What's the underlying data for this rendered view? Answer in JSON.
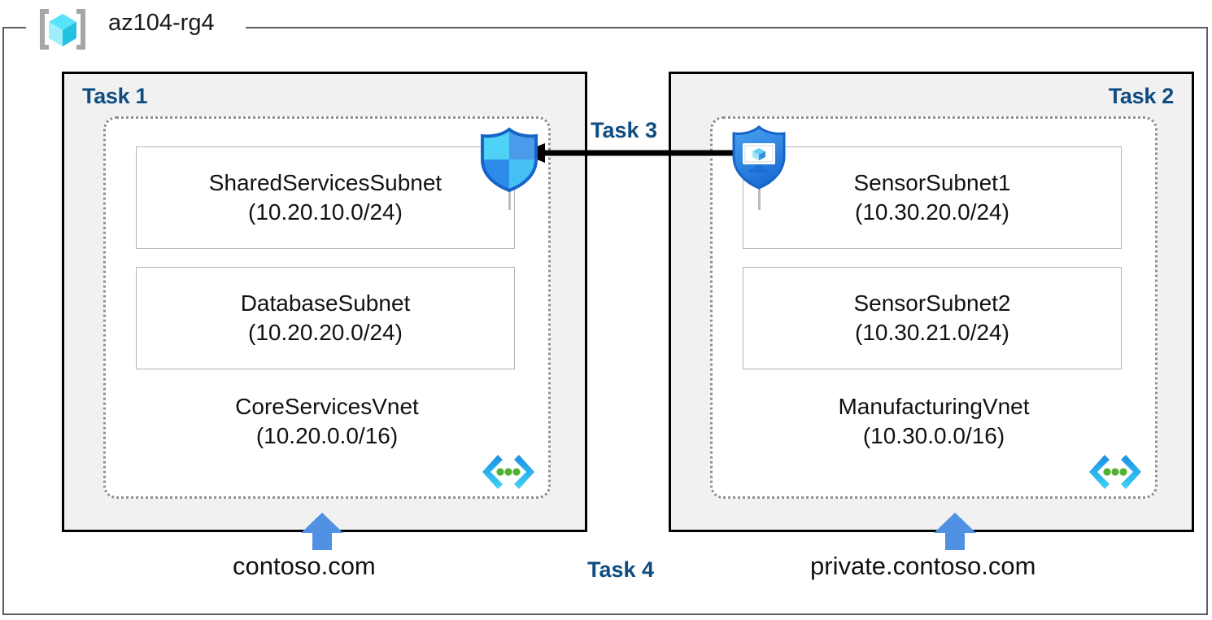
{
  "resource_group": {
    "name": "az104-rg4",
    "icon": "resource-group-cube-icon"
  },
  "colors": {
    "task_label": "#0f4c81",
    "panel_fill": "#f1f1f1",
    "panel_border": "#000000",
    "vnet_dashed_border": "#8f8f8f",
    "subnet_border": "#b5b5b5",
    "arrow_blue": "#5191e3",
    "shield_blue": "#2b8cea",
    "shield_cyan": "#50d9f5",
    "vnet_bracket_blue": "#1a8fe3",
    "vnet_bracket_cyan": "#3fd3f5",
    "vnet_dot_green": "#4fb233",
    "frame_gray": "#5a5e63",
    "text": "#121212"
  },
  "panels": [
    {
      "task_label": "Task 1",
      "task_label_align": "left",
      "vnet": {
        "name": "CoreServicesVnet",
        "cidr": "(10.20.0.0/16)",
        "icon": "virtual-network-icon"
      },
      "subnets": [
        {
          "name": "SharedServicesSubnet",
          "cidr": "(10.20.10.0/24)"
        },
        {
          "name": "DatabaseSubnet",
          "cidr": "(10.20.20.0/24)"
        }
      ],
      "domain": "contoso.com"
    },
    {
      "task_label": "Task 2",
      "task_label_align": "right",
      "vnet": {
        "name": "ManufacturingVnet",
        "cidr": "(10.30.0.0/16)",
        "icon": "virtual-network-icon"
      },
      "subnets": [
        {
          "name": "SensorSubnet1",
          "cidr": "(10.30.20.0/24)"
        },
        {
          "name": "SensorSubnet2",
          "cidr": "(10.30.21.0/24)"
        }
      ],
      "domain": "private.contoso.com"
    }
  ],
  "connection": {
    "task_label": "Task 3",
    "direction": "right-to-left",
    "source_icon": "shield-virtual-machine-icon",
    "target_icon": "shield-firewall-icon"
  },
  "dns": {
    "task_label": "Task 4",
    "zones": [
      {
        "name": "contoso.com",
        "icon": "up-arrow-icon"
      },
      {
        "name": "private.contoso.com",
        "icon": "up-arrow-icon"
      }
    ]
  }
}
